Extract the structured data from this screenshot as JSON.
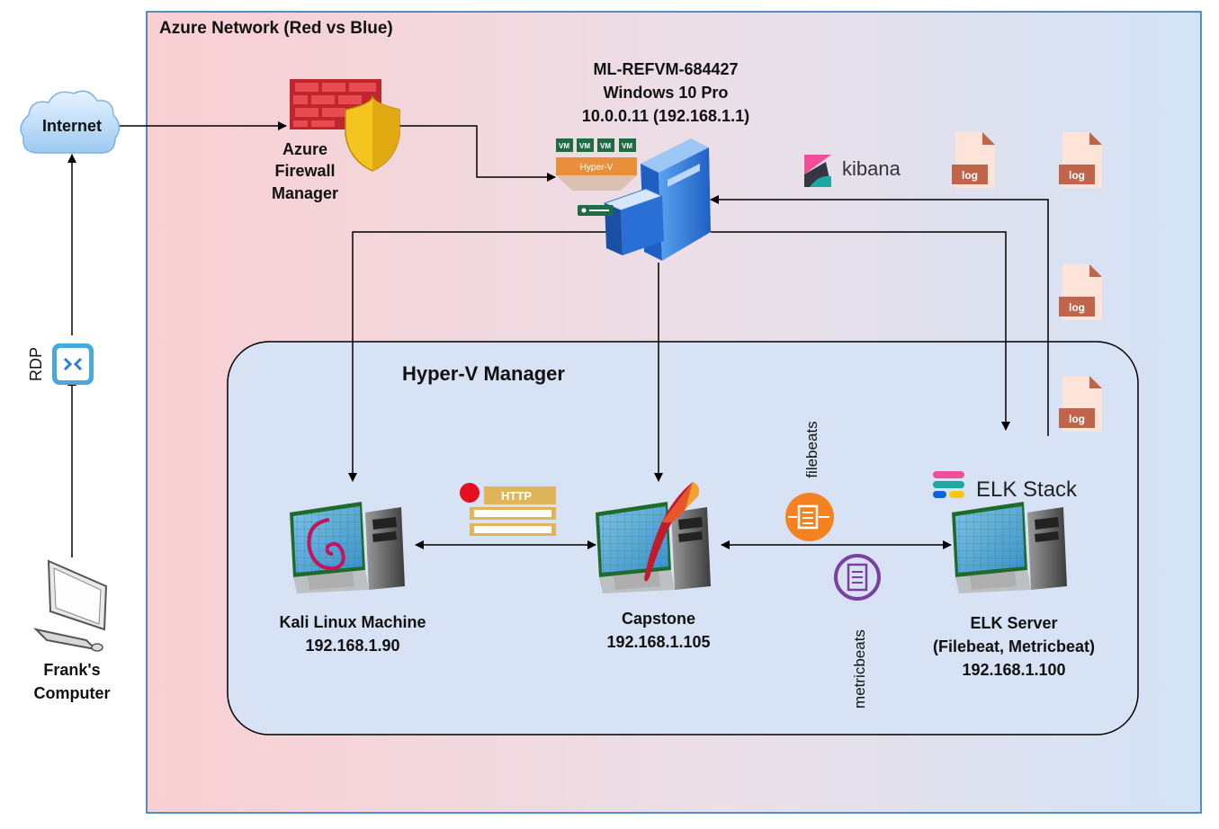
{
  "azure_network": {
    "title": "Azure Network (Red vs Blue)"
  },
  "internet": {
    "label": "Internet"
  },
  "rdp": {
    "label": "RDP"
  },
  "franks_computer": {
    "line1": "Frank's",
    "line2": "Computer"
  },
  "firewall": {
    "line1": "Azure",
    "line2": "Firewall",
    "line3": "Manager"
  },
  "host": {
    "line1": "ML-REFVM-684427",
    "line2": "Windows 10 Pro",
    "line3": "10.0.0.11 (192.168.1.1)",
    "vm_badge": "VM",
    "hyperv_badge": "Hyper-V"
  },
  "kibana": {
    "label": "kibana"
  },
  "log_icon": {
    "label": "log"
  },
  "hyperv_manager": {
    "title": "Hyper-V Manager"
  },
  "kali": {
    "line1": "Kali Linux Machine",
    "line2": "192.168.1.90"
  },
  "http_badge": {
    "label": "HTTP"
  },
  "capstone": {
    "line1": "Capstone",
    "line2": "192.168.1.105"
  },
  "filebeats": {
    "label": "filebeats"
  },
  "metricbeats": {
    "label": "metricbeats"
  },
  "elk_stack": {
    "label": "ELK Stack"
  },
  "elk_server": {
    "line1": "ELK Server",
    "line2": "(Filebeat, Metricbeat)",
    "line3": "192.168.1.100"
  },
  "colors": {
    "firewall_red": "#c0262d",
    "shield_yellow": "#f4c41f",
    "beats_orange": "#f58220",
    "beats_purple": "#7b3fa0",
    "log_brown": "#c0654c",
    "server_blue": "#2a6fd6"
  }
}
